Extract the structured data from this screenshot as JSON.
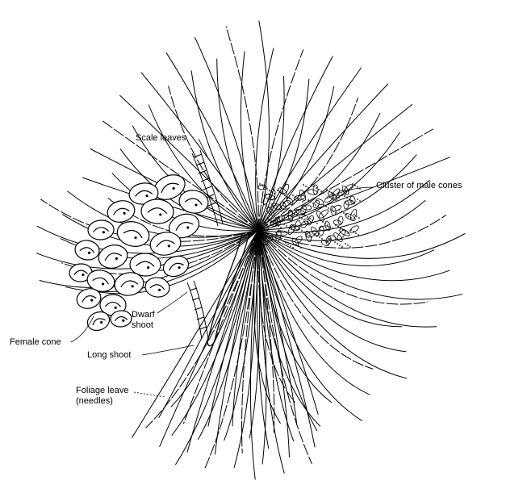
{
  "diagram": {
    "labels": {
      "scale_leaves": "Scale leaves",
      "cluster_male_cones": "Cluster of male cones",
      "dwarf_shoot": "Dwarf\nshoot",
      "female_cone": "Female cone",
      "long_shoot": "Long shoot",
      "foliage_leaves": "Foliage leave\n(needles)"
    },
    "colors": {
      "ink": "#000000",
      "paper": "#ffffff"
    }
  }
}
